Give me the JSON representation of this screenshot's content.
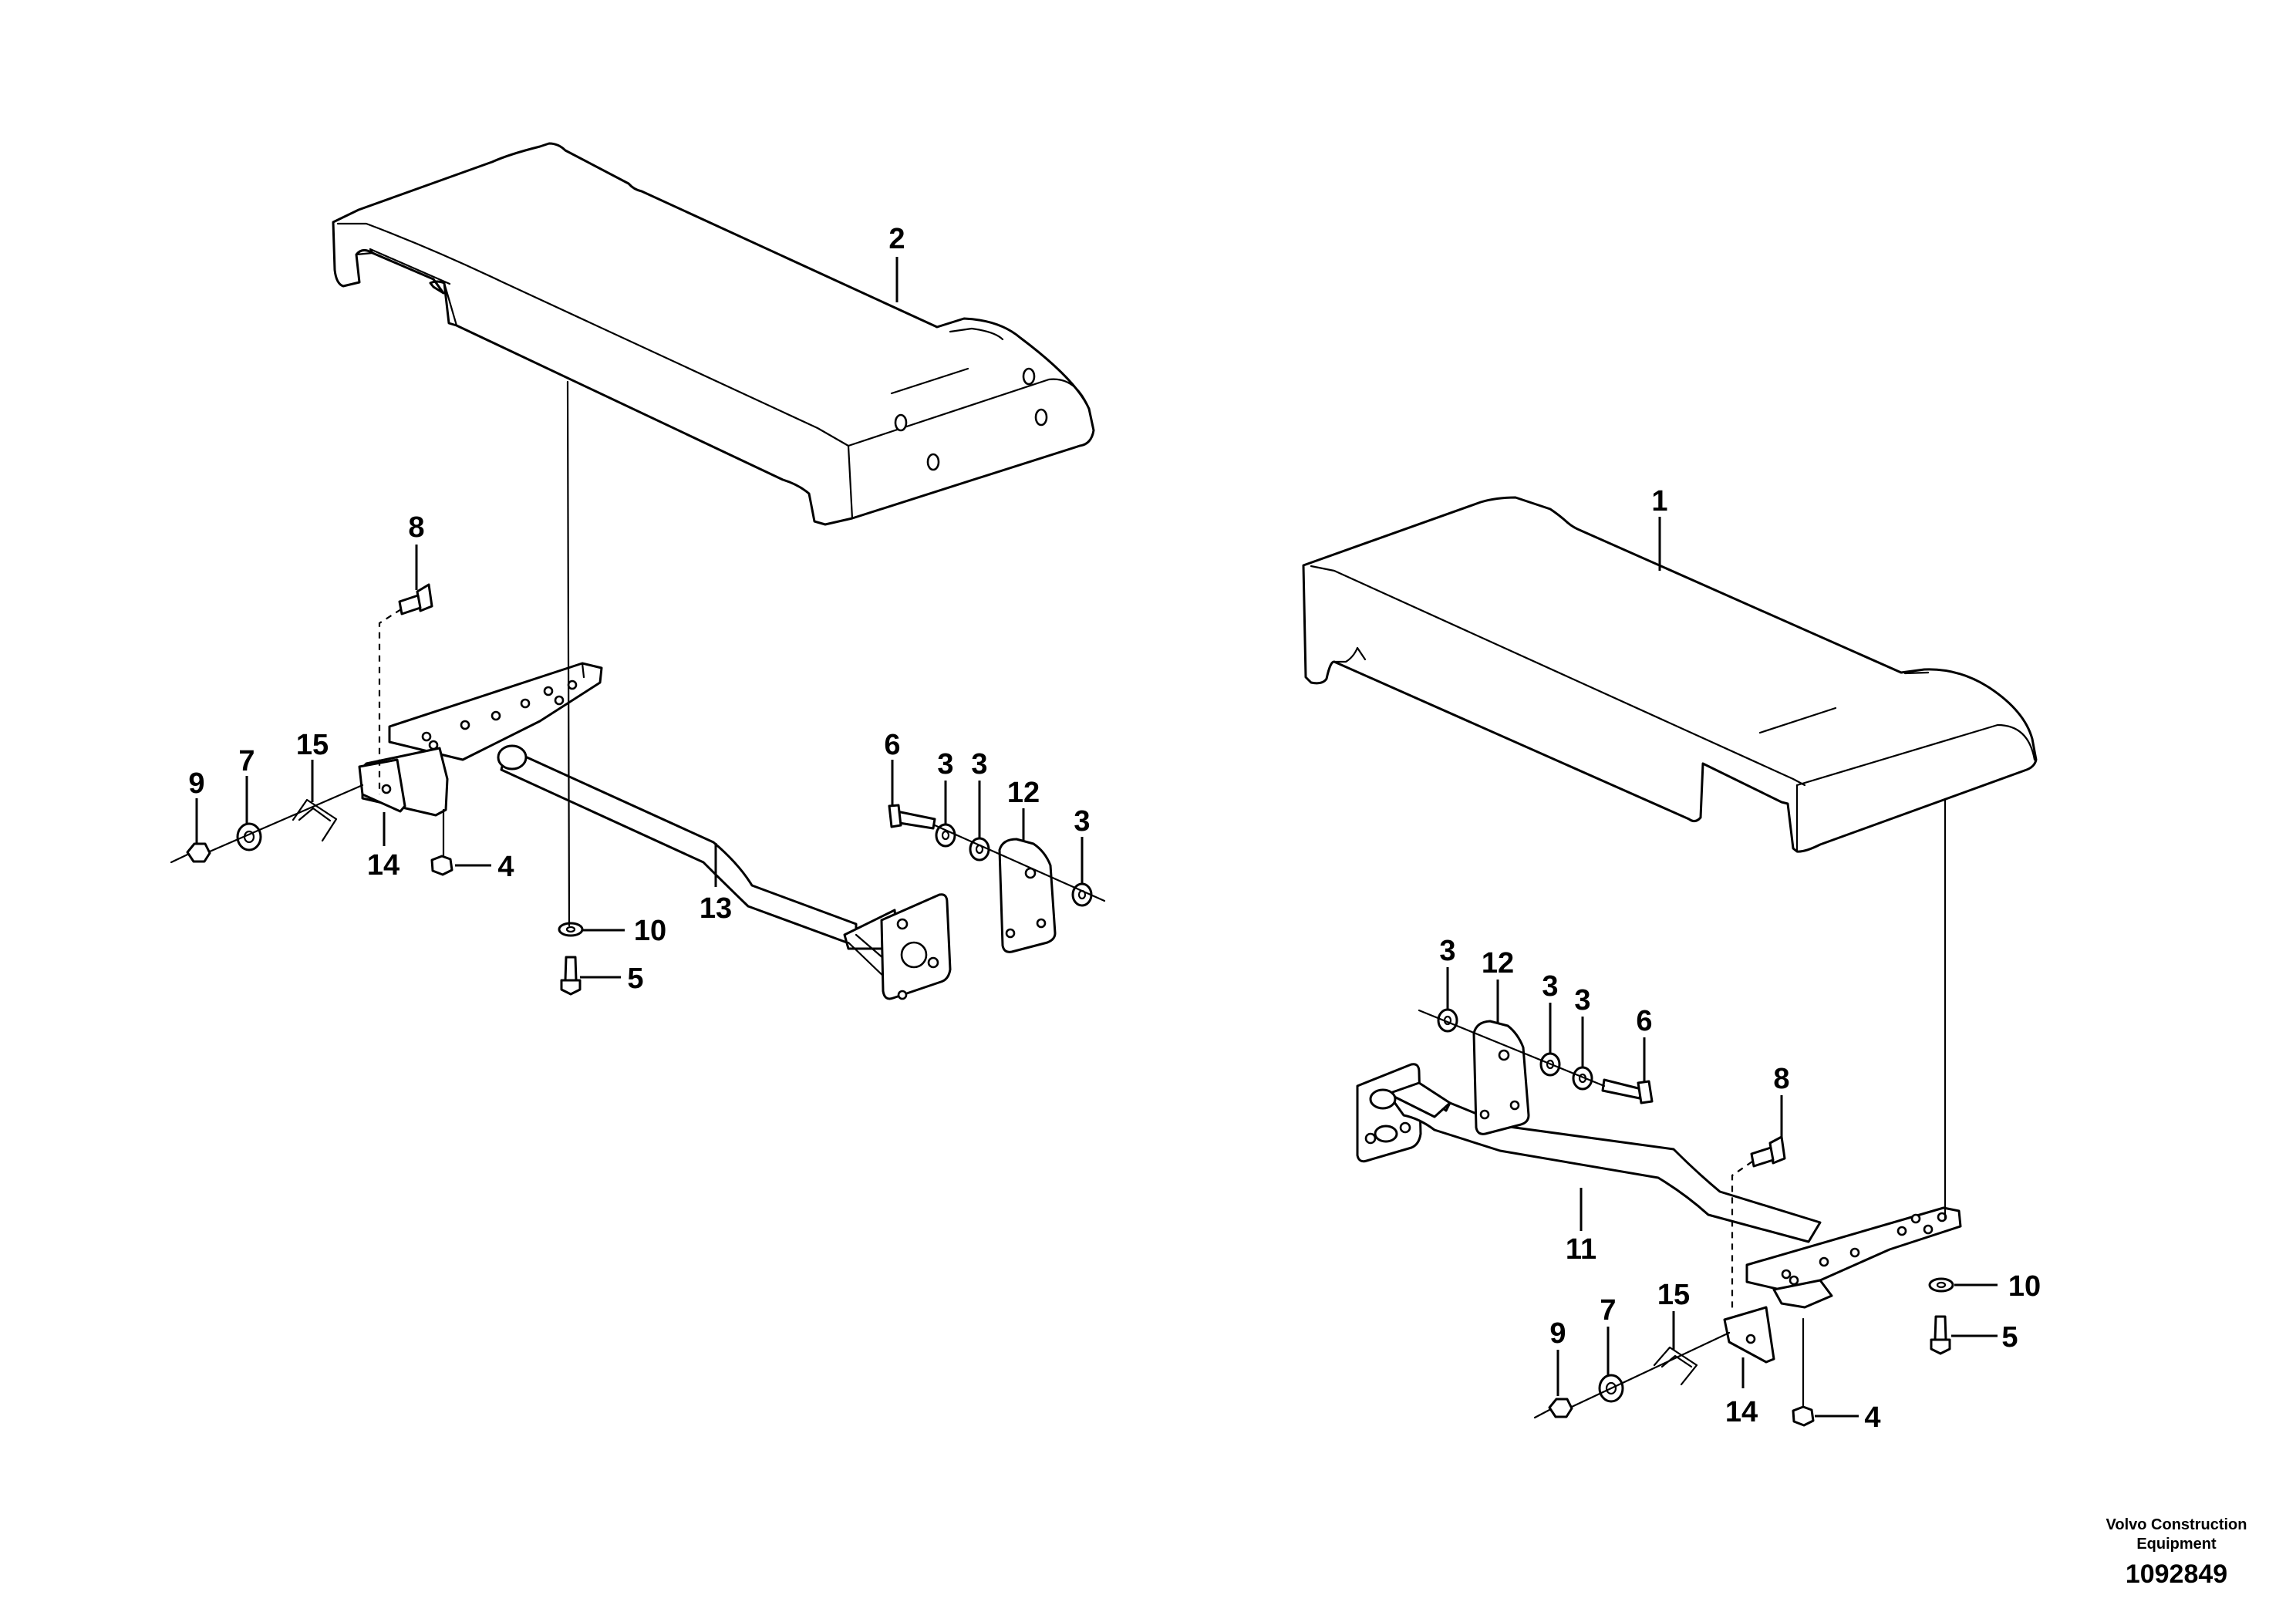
{
  "callouts": [
    {
      "id": "c2",
      "label": "2"
    },
    {
      "id": "c1",
      "label": "1"
    },
    {
      "id": "c8a",
      "label": "8"
    },
    {
      "id": "c15a",
      "label": "15"
    },
    {
      "id": "c7a",
      "label": "7"
    },
    {
      "id": "c9a",
      "label": "9"
    },
    {
      "id": "c14a",
      "label": "14"
    },
    {
      "id": "c4a",
      "label": "4"
    },
    {
      "id": "c13",
      "label": "13"
    },
    {
      "id": "c10a",
      "label": "10"
    },
    {
      "id": "c5a",
      "label": "5"
    },
    {
      "id": "c6a",
      "label": "6"
    },
    {
      "id": "c3a",
      "label": "3"
    },
    {
      "id": "c3b",
      "label": "3"
    },
    {
      "id": "c12a",
      "label": "12"
    },
    {
      "id": "c3c",
      "label": "3"
    },
    {
      "id": "c3d",
      "label": "3"
    },
    {
      "id": "c12b",
      "label": "12"
    },
    {
      "id": "c3e",
      "label": "3"
    },
    {
      "id": "c3f",
      "label": "3"
    },
    {
      "id": "c6b",
      "label": "6"
    },
    {
      "id": "c8b",
      "label": "8"
    },
    {
      "id": "c11",
      "label": "11"
    },
    {
      "id": "c10b",
      "label": "10"
    },
    {
      "id": "c5b",
      "label": "5"
    },
    {
      "id": "c9b",
      "label": "9"
    },
    {
      "id": "c7b",
      "label": "7"
    },
    {
      "id": "c15b",
      "label": "15"
    },
    {
      "id": "c14b",
      "label": "14"
    },
    {
      "id": "c4b",
      "label": "4"
    }
  ],
  "footer": {
    "company_line1": "Volvo Construction",
    "company_line2": "Equipment",
    "doc_number": "1092849"
  }
}
